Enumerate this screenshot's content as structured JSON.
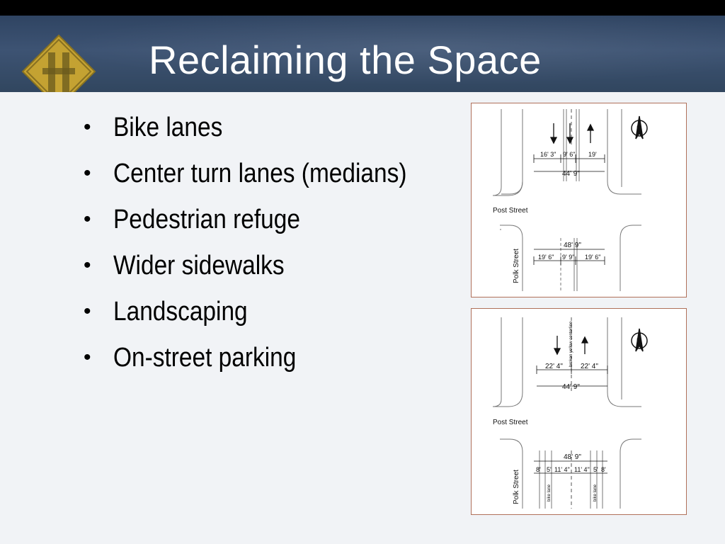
{
  "slide": {
    "title": "Reclaiming the Space",
    "bullets": [
      "Bike lanes",
      "Center turn lanes (medians)",
      "Pedestrian refuge",
      "Wider sidewalks",
      "Landscaping",
      "On-street parking"
    ]
  },
  "diagram_top": {
    "cross_street": "Post Street",
    "main_street": "Polk Street",
    "north_dims": [
      "16' 3\"",
      "9' 6\"",
      "19'"
    ],
    "north_total": "44' 9\"",
    "south_total": "48' 9\"",
    "south_dims": [
      "19' 6\"",
      "9' 9\"",
      "19' 6\""
    ]
  },
  "diagram_bottom": {
    "cross_street": "Post Street",
    "main_street": "Polk Street",
    "centerline_label": "broken yellow centerline",
    "north_dims": [
      "22' 4\"",
      "22' 4\""
    ],
    "north_total": "44' 9\"",
    "south_total": "48' 9\"",
    "south_dims": [
      "8'",
      "5'",
      "11' 4\"",
      "11' 4\"",
      "5'",
      "8'"
    ],
    "bike_lane_label": "bike lane"
  },
  "colors": {
    "header": "#3d5373",
    "sign_yellow": "#c9a52a",
    "frame": "#b0705a"
  }
}
